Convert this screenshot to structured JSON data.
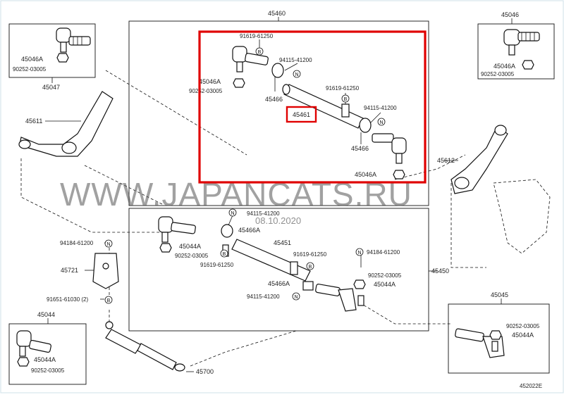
{
  "diagram": {
    "code": "452022E",
    "watermark": "WWW.JAPANCATS.RU",
    "date": "08.10.2020",
    "labels": {
      "l45460": "45460",
      "l45046_tr": "45046",
      "l45046A_tr": "45046A",
      "l90252_tr": "90252-03005",
      "l45046A_tl": "45046A",
      "l90252_tl": "90252-03005",
      "l45047": "45047",
      "l91619_a": "91619-61250",
      "l94115_a": "94115-41200",
      "l45046A_m": "45046A",
      "l90252_m": "90252-03005",
      "l45466_a": "45466",
      "l91619_b": "91619-61250",
      "l45461": "45461",
      "l94115_b": "94115-41200",
      "l45466_b": "45466",
      "l45046A_b": "45046A",
      "l45611": "45611",
      "l45612": "45612",
      "l94115_c": "94115-41200",
      "l45466A_c": "45466A",
      "l45044A_c": "45044A",
      "l90252_c": "90252-03005",
      "l91619_c": "91619-61250",
      "l45451": "45451",
      "l91619_d": "91619-61250",
      "l94184_r": "94184-61200",
      "l94184_l": "94184-61200",
      "l45721": "45721",
      "l91651": "91651-61030 (2)",
      "l45450": "45450",
      "l45466A_d": "45466A",
      "l90252_d": "90252-03005",
      "l45044A_d": "45044A",
      "l94115_d": "94115-41200",
      "l45044": "45044",
      "l45044A_bl": "45044A",
      "l90252_bl": "90252-03005",
      "l45700": "45700",
      "l45045": "45045",
      "l90252_br": "90252-03005",
      "l45044A_br": "45044A",
      "b": "B",
      "n": "N"
    }
  }
}
